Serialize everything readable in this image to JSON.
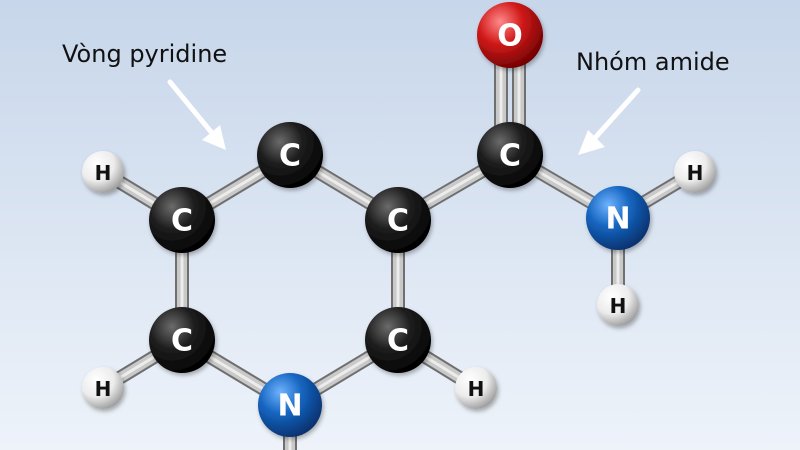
{
  "labels": {
    "ring": "Vòng pyridine",
    "amide": "Nhóm amide"
  },
  "atoms": [
    {
      "id": "c_top",
      "element": "C"
    },
    {
      "id": "c_left_up",
      "element": "C"
    },
    {
      "id": "c_left_low",
      "element": "C"
    },
    {
      "id": "n_ring",
      "element": "N"
    },
    {
      "id": "c_right_low",
      "element": "C"
    },
    {
      "id": "c_center",
      "element": "C"
    },
    {
      "id": "c_carbonyl",
      "element": "C"
    },
    {
      "id": "o_carbonyl",
      "element": "O"
    },
    {
      "id": "n_amide",
      "element": "N"
    },
    {
      "id": "h_left_up",
      "element": "H"
    },
    {
      "id": "h_left_low",
      "element": "H"
    },
    {
      "id": "h_right_low",
      "element": "H"
    },
    {
      "id": "h_amide_1",
      "element": "H"
    },
    {
      "id": "h_amide_2",
      "element": "H"
    }
  ],
  "bonds": [
    {
      "a": "c_top",
      "b": "c_left_up",
      "order": 1
    },
    {
      "a": "c_left_up",
      "b": "c_left_low",
      "order": 1
    },
    {
      "a": "c_left_low",
      "b": "n_ring",
      "order": 1
    },
    {
      "a": "n_ring",
      "b": "c_right_low",
      "order": 1
    },
    {
      "a": "c_right_low",
      "b": "c_center",
      "order": 1
    },
    {
      "a": "c_center",
      "b": "c_top",
      "order": 1
    },
    {
      "a": "c_center",
      "b": "c_carbonyl",
      "order": 1
    },
    {
      "a": "c_carbonyl",
      "b": "o_carbonyl",
      "order": 2
    },
    {
      "a": "c_carbonyl",
      "b": "n_amide",
      "order": 1
    },
    {
      "a": "n_amide",
      "b": "h_amide_1",
      "order": 1
    },
    {
      "a": "n_amide",
      "b": "h_amide_2",
      "order": 1
    },
    {
      "a": "c_left_up",
      "b": "h_left_up",
      "order": 1
    },
    {
      "a": "c_left_low",
      "b": "h_left_low",
      "order": 1
    },
    {
      "a": "c_right_low",
      "b": "h_right_low",
      "order": 1
    }
  ],
  "element_colors": {
    "C": "#1a1a1a",
    "N": "#1565c0",
    "O": "#d11a1a",
    "H": "#f2f2f2"
  },
  "background": {
    "top": "#c7d6ea",
    "bottom": "#eef3fa"
  }
}
